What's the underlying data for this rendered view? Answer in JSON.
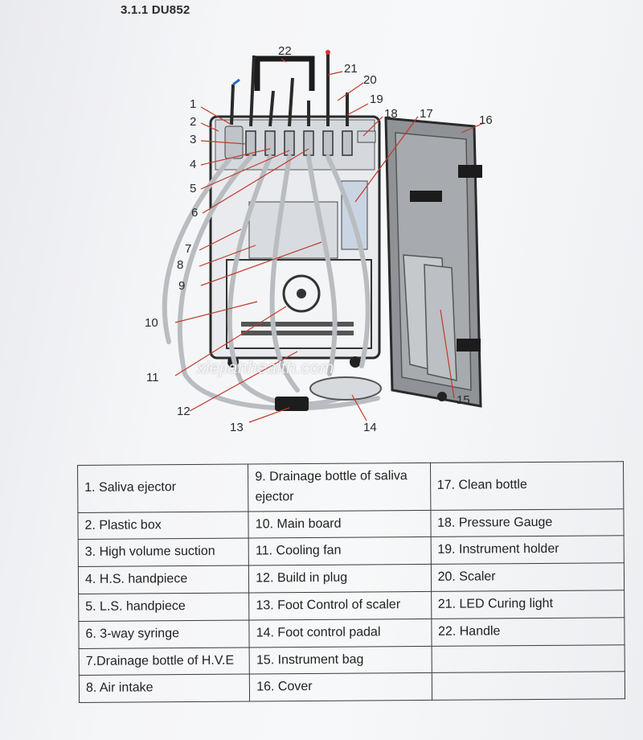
{
  "heading": "3.1.1 DU852",
  "watermark": "xiejianhealth.com",
  "callouts": [
    "1",
    "2",
    "3",
    "4",
    "5",
    "6",
    "7",
    "8",
    "9",
    "10",
    "11",
    "12",
    "13",
    "14",
    "15",
    "16",
    "17",
    "18",
    "19",
    "20",
    "21",
    "22"
  ],
  "table": {
    "rows": [
      [
        "1. Saliva ejector",
        "9. Drainage bottle of saliva ejector",
        "17. Clean bottle"
      ],
      [
        "2. Plastic box",
        "10. Main board",
        "18. Pressure Gauge"
      ],
      [
        "3. High volume suction",
        "11. Cooling fan",
        "19. Instrument holder"
      ],
      [
        "4. H.S. handpiece",
        "12. Build in plug",
        "20. Scaler"
      ],
      [
        "5. L.S. handpiece",
        "13. Foot Control of scaler",
        "21. LED Curing light"
      ],
      [
        "6. 3-way syringe",
        "14. Foot control padal",
        "22. Handle"
      ],
      [
        "7.Drainage bottle of H.V.E",
        "15. Instrument bag",
        ""
      ],
      [
        "8. Air intake",
        "16. Cover",
        ""
      ]
    ]
  }
}
